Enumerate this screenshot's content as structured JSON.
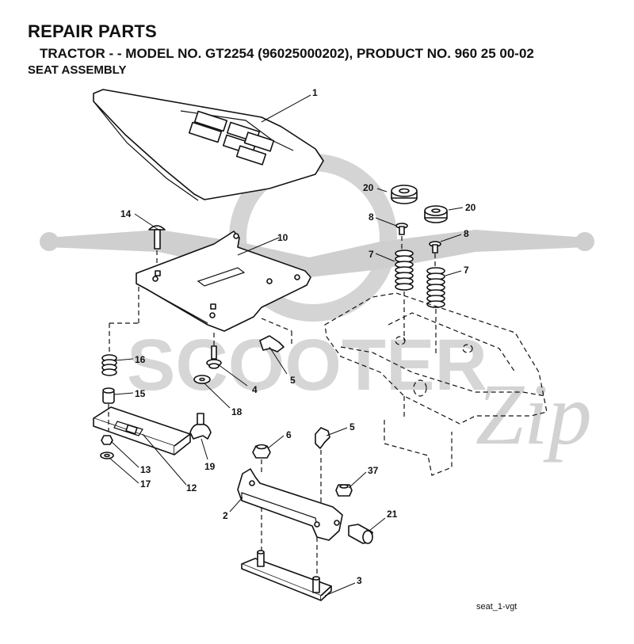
{
  "header": {
    "title": "REPAIR PARTS",
    "subtitle": "TRACTOR - - MODEL NO. GT2254 (96025000202), PRODUCT NO. 960 25 00-02",
    "section": "SEAT ASSEMBLY"
  },
  "watermark": {
    "brand": "SCOOTER",
    "script": "Zip"
  },
  "callouts": [
    "1",
    "2",
    "3",
    "4",
    "5",
    "5",
    "6",
    "7",
    "7",
    "8",
    "8",
    "10",
    "12",
    "13",
    "14",
    "15",
    "16",
    "17",
    "18",
    "19",
    "20",
    "20",
    "21",
    "37"
  ],
  "figure_id": "seat_1-vgt"
}
